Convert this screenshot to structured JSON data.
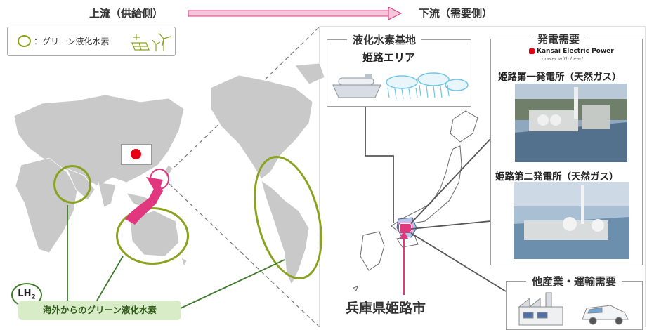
{
  "header": {
    "upstream": "上流（供給側）",
    "downstream": "下流（需要側）"
  },
  "legend": {
    "text": "：グリーン液化水素"
  },
  "base": {
    "title": "液化水素基地",
    "area": "姫路エリア"
  },
  "power": {
    "title": "発電需要",
    "company": "Kansai Electric Power",
    "tagline": "power with heart",
    "plant1": "姫路第一発電所（天然ガス）",
    "plant2": "姫路第二発電所（天然ガス）"
  },
  "other": {
    "title": "他産業・運輸需要"
  },
  "map": {
    "lh2": "LH",
    "lh2_sub": "2",
    "green_import": "海外からのグリーン液化水素",
    "city": "兵庫県姫路市"
  },
  "colors": {
    "accent_pink": "#e0377f",
    "green_ring": "#8aa31f",
    "green_line": "#3d7a2a",
    "land": "#c9c9c9"
  }
}
